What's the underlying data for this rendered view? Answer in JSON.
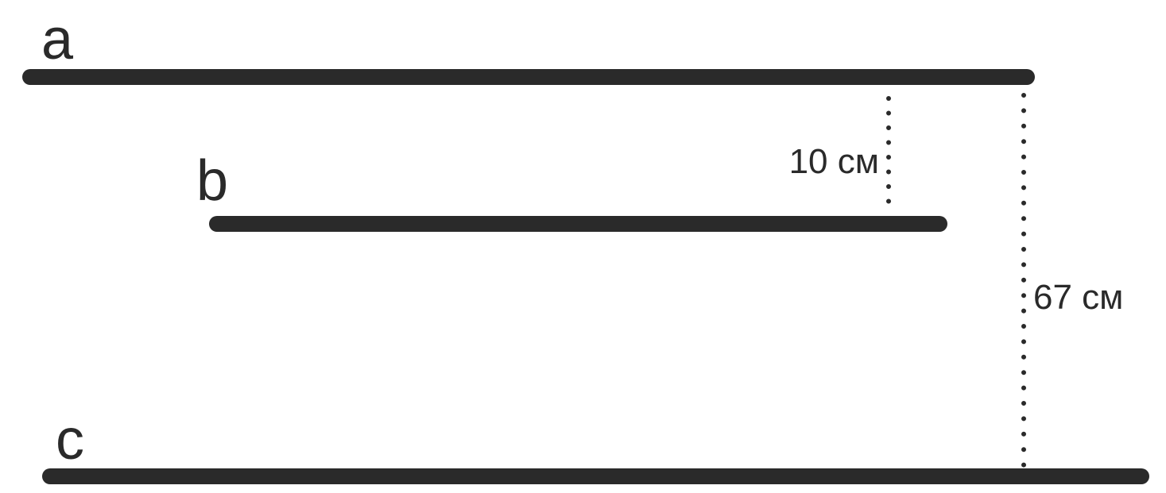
{
  "diagram": {
    "lines": [
      {
        "id": "a",
        "label": "a"
      },
      {
        "id": "b",
        "label": "b"
      },
      {
        "id": "c",
        "label": "c"
      }
    ],
    "measurements": [
      {
        "id": "a-to-b",
        "label": "10 см"
      },
      {
        "id": "a-to-c",
        "label": "67 см"
      }
    ],
    "colors": {
      "ink": "#2a2a2a",
      "background": "#ffffff"
    }
  }
}
